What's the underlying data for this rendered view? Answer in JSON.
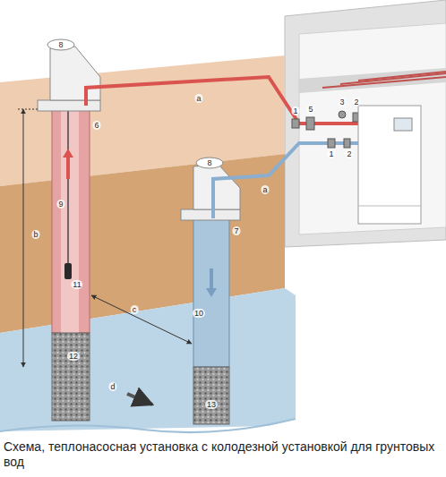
{
  "diagram": {
    "caption": "Схема, теплонасосная установка с колодезной установкой для грунтовых вод",
    "labels": [
      "8",
      "8",
      "3",
      "2",
      "1",
      "5",
      "1",
      "2",
      "a",
      "6",
      "a",
      "7",
      "b",
      "9",
      "11",
      "c",
      "10",
      "12",
      "d",
      "13"
    ]
  }
}
